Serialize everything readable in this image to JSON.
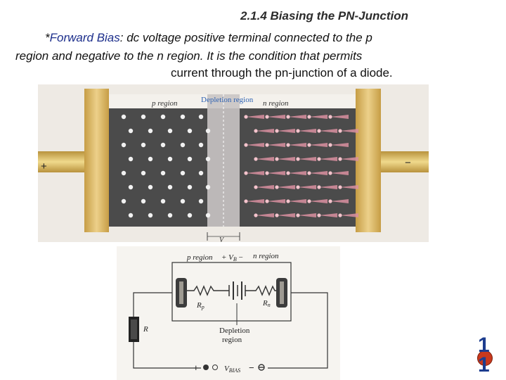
{
  "slide": {
    "title": "2.1.4 Biasing  the PN-Junction",
    "prefix": "*",
    "term": "Forward Bias",
    "line1_rest": ": dc voltage positive terminal connected to the p",
    "line2": "region and negative to the n region.  It is the condition that permits",
    "line3": "current through the pn-junction of a diode.",
    "page_number": "11"
  },
  "diode_figure": {
    "p_region_label": "p region",
    "depletion_label": "Depletion region",
    "n_region_label": "n region",
    "plus_sign": "+",
    "minus_sign": "−",
    "vb_label": "V",
    "colors": {
      "body": "#4b4b4b",
      "metal": "#d2b05c",
      "hole": "#f2f2f2",
      "electron": "#d98fa0",
      "depletion": "#c9c4c4"
    }
  },
  "circuit_figure": {
    "p_region_label": "p region",
    "vb_label": "+ V",
    "vb_sub": "B",
    "vb_minus": "−",
    "n_region_label": "n region",
    "rp_label": "R",
    "rp_sub": "p",
    "rn_label": "R",
    "rn_sub": "n",
    "r_label": "R",
    "depletion_line1": "Depletion",
    "depletion_line2": "region",
    "plus_sign": "+",
    "minus_sign": "−",
    "vbias_label": "V",
    "vbias_sub": "BIAS"
  }
}
